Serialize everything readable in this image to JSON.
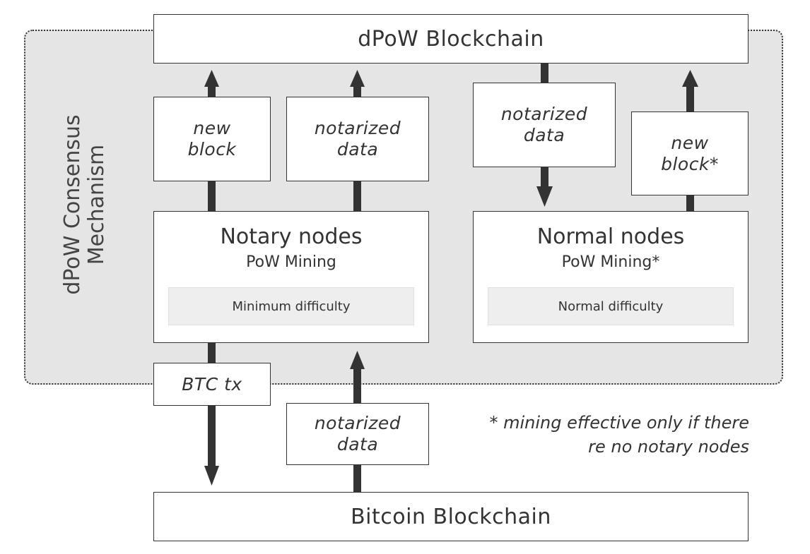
{
  "diagram": {
    "region_label_line1": "dPoW Consensus",
    "region_label_line2": "Mechanism",
    "top_chain": "dPoW Blockchain",
    "bottom_chain": "Bitcoin Blockchain",
    "notary": {
      "title": "Notary nodes",
      "subtitle": "PoW Mining",
      "difficulty": "Minimum difficulty"
    },
    "normal": {
      "title": "Normal nodes",
      "subtitle": "PoW Mining*",
      "difficulty": "Normal difficulty"
    },
    "labels": {
      "new_block_1": "new",
      "new_block_2": "block",
      "notarized_1": "notarized",
      "notarized_2": "data",
      "new_block_star_1": "new",
      "new_block_star_2": "block*",
      "btc_tx": "BTC tx"
    },
    "footnote_line1": "* mining effective only if there",
    "footnote_line2": "re no notary nodes"
  },
  "colors": {
    "region_fill": "#e5e5e5",
    "arrow": "#333333",
    "difficulty_fill": "#eeeeee"
  }
}
